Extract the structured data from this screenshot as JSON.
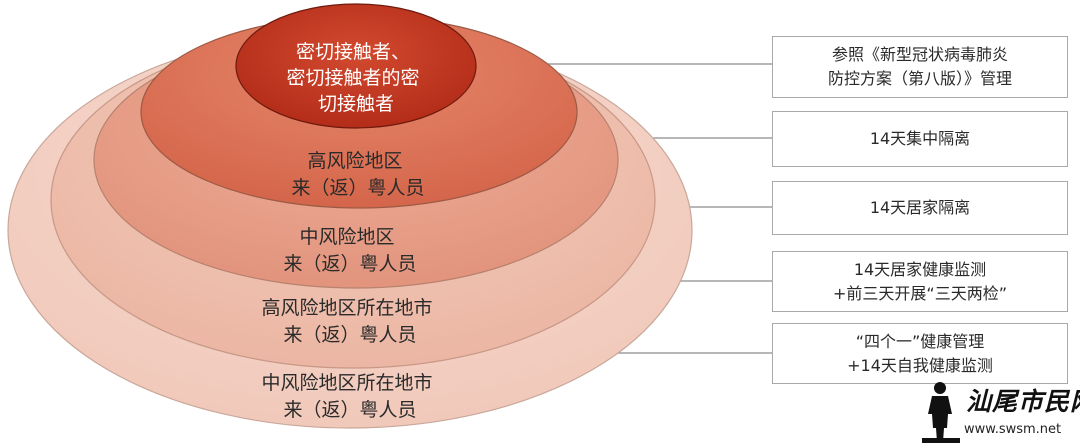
{
  "rings": [
    {
      "id": "outer",
      "fill": "#f4d2c6",
      "lines": [
        "中风险地区所在地市",
        "来（返）粤人员"
      ]
    },
    {
      "id": "ring4",
      "fill": "#f0c2b2",
      "lines": [
        "高风险地区所在地市",
        "来（返）粤人员"
      ]
    },
    {
      "id": "ring3",
      "fill": "#e9a58f",
      "lines": [
        "中风险地区",
        "来（返）粤人员"
      ]
    },
    {
      "id": "ring2",
      "fill": "#df7c60",
      "lines": [
        "高风险地区",
        "来（返）粤人员"
      ]
    },
    {
      "id": "core",
      "fill": "#c2331c",
      "lines": [
        "密切接触者、",
        "密切接触者的密",
        "切接触者"
      ]
    }
  ],
  "measures": [
    {
      "lines": [
        "参照《新型冠状病毒肺炎",
        "防控方案（第八版）》管理"
      ]
    },
    {
      "lines": [
        "14天集中隔离"
      ]
    },
    {
      "lines": [
        "14天居家隔离"
      ]
    },
    {
      "lines": [
        "14天居家健康监测",
        "+前三天开展“三天两检”"
      ]
    },
    {
      "lines": [
        "“四个一”健康管理",
        "+14天自我健康监测"
      ]
    }
  ],
  "colors": {
    "connector": "#8c8c8c",
    "box_border": "#a9a9a9"
  },
  "watermark": {
    "logo": "汕尾市民网",
    "url": "www.swsm.net"
  }
}
